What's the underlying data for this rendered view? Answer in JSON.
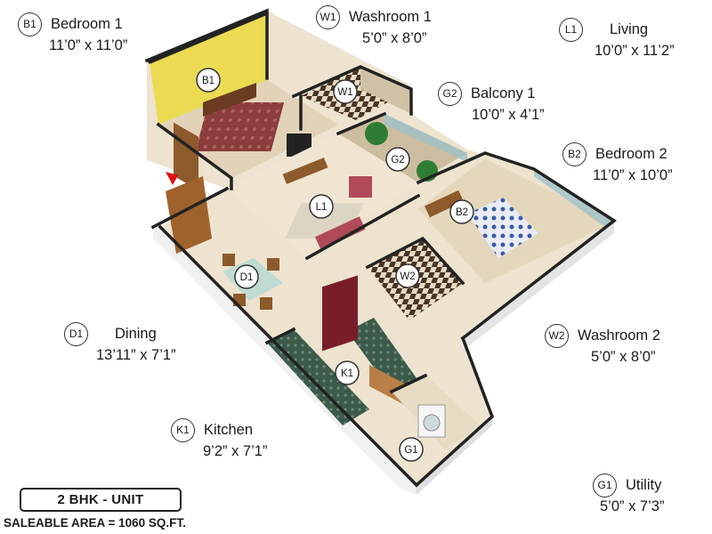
{
  "rooms": [
    {
      "code": "B1",
      "name": "Bedroom 1",
      "size": "11’0” x 11’0”"
    },
    {
      "code": "W1",
      "name": "Washroom 1",
      "size": "5’0” x 8’0”"
    },
    {
      "code": "L1",
      "name": "Living",
      "size": "10’0” x 11’2”"
    },
    {
      "code": "G2",
      "name": "Balcony 1",
      "size": "10’0” x 4’1”"
    },
    {
      "code": "B2",
      "name": "Bedroom 2",
      "size": "11’0” x 10’0”"
    },
    {
      "code": "D1",
      "name": "Dining",
      "size": "13’11” x 7’1”"
    },
    {
      "code": "W2",
      "name": "Washroom 2",
      "size": "5’0” x 8’0”"
    },
    {
      "code": "K1",
      "name": "Kitchen",
      "size": "9’2” x 7’1”"
    },
    {
      "code": "G1",
      "name": "Utility",
      "size": "5’0” x 7’3”"
    }
  ],
  "unit_type": "2 BHK - UNIT",
  "saleable_area": "SALEABLE AREA = 1060 SQ.FT.",
  "plan_badges": [
    "B1",
    "W1",
    "G2",
    "L1",
    "B2",
    "D1",
    "W2",
    "K1",
    "G1"
  ],
  "colors": {
    "floor": "#ede3cf",
    "wall_top": "#222222",
    "wall_side": "#f3f3f3",
    "bedroom1_accent": "#eadb52",
    "tile_dark": "#4a3426",
    "tile_light": "#e6dcc4",
    "wood": "#8d5a2b",
    "entry_arrow": "#e01010"
  }
}
